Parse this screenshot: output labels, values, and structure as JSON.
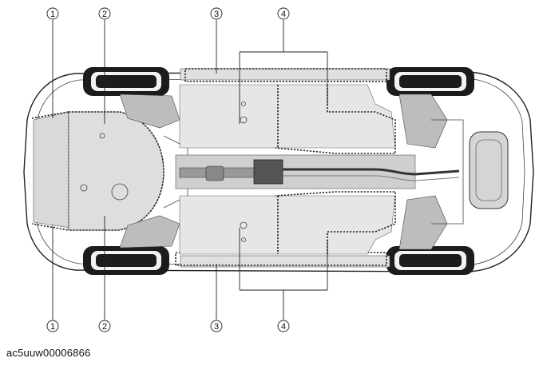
{
  "callouts": {
    "top": [
      "1",
      "2",
      "3",
      "4"
    ],
    "bottom": [
      "1",
      "2",
      "3",
      "4"
    ]
  },
  "caption": "ac5uuw00006866"
}
